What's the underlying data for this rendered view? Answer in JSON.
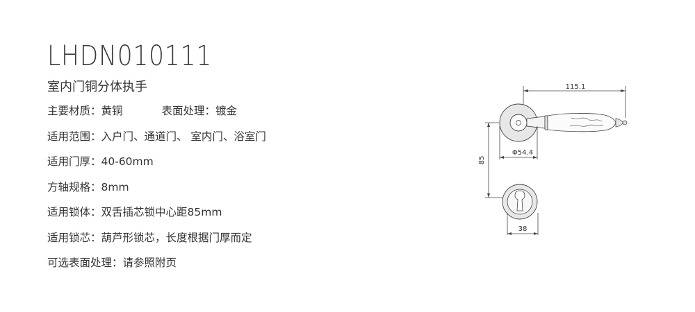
{
  "product": {
    "model": "LHDN010111",
    "name": "室内门铜分体执手"
  },
  "specs": {
    "material": "主要材质：黄铜",
    "surface": "表面处理：镀金",
    "usage": "适用范围：入户门、通道门、 室内门、浴室门",
    "door_thickness": "适用门厚：40-60mm",
    "spindle": "方轴规格：8mm",
    "lock_body": "适用锁体：双舌插芯锁中心距85mm",
    "lock_cylinder": "适用锁芯：葫芦形锁芯，长度根据门厚而定",
    "finish_options": "可选表面处理：请参照附页"
  },
  "drawing": {
    "dim_length": "115.1",
    "dim_rose_diameter": "Φ54.4",
    "dim_center_distance": "85",
    "dim_escutcheon": "38"
  }
}
